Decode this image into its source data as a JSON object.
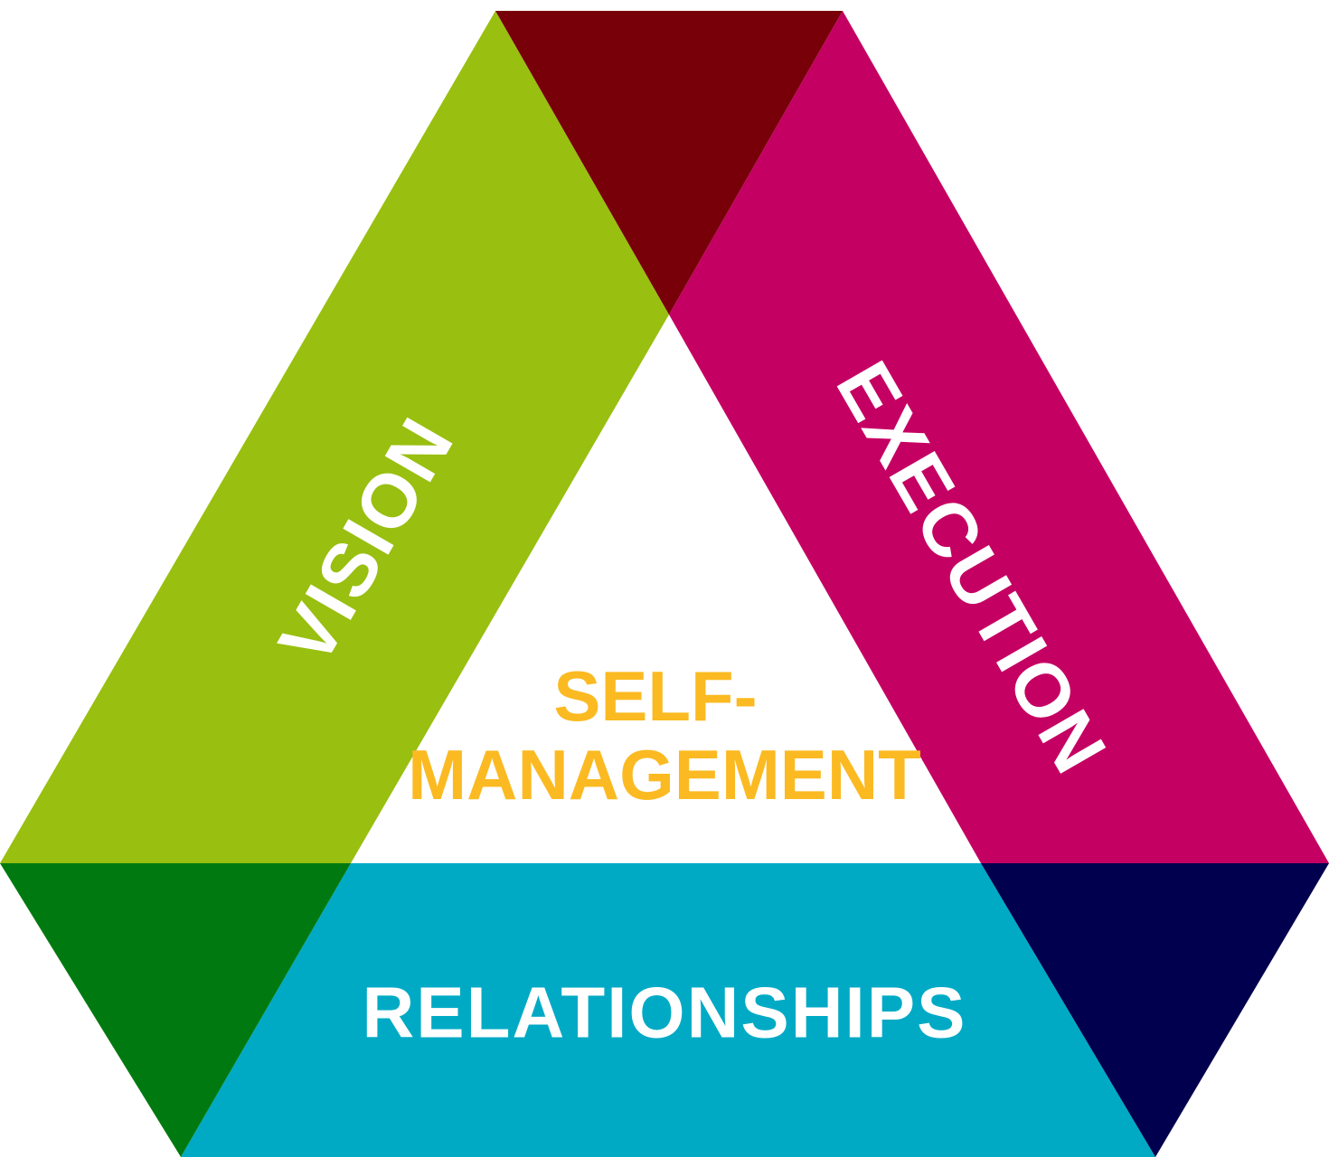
{
  "diagram": {
    "vision": {
      "label": "VISION",
      "color": "#99bf10",
      "text_color": "#ffffff"
    },
    "execution": {
      "label": "EXECUTION",
      "color": "#c50063",
      "text_color": "#ffffff"
    },
    "relationships": {
      "label": "RELATIONSHIPS",
      "color": "#00aac5",
      "text_color": "#ffffff"
    },
    "center": {
      "line1": "SELF-",
      "line2": "MANAGEMENT",
      "color": "#fbba22"
    },
    "overlaps": {
      "vision_execution": "#780008",
      "vision_relationships": "#007a10",
      "execution_relationships": "#00004e"
    }
  }
}
